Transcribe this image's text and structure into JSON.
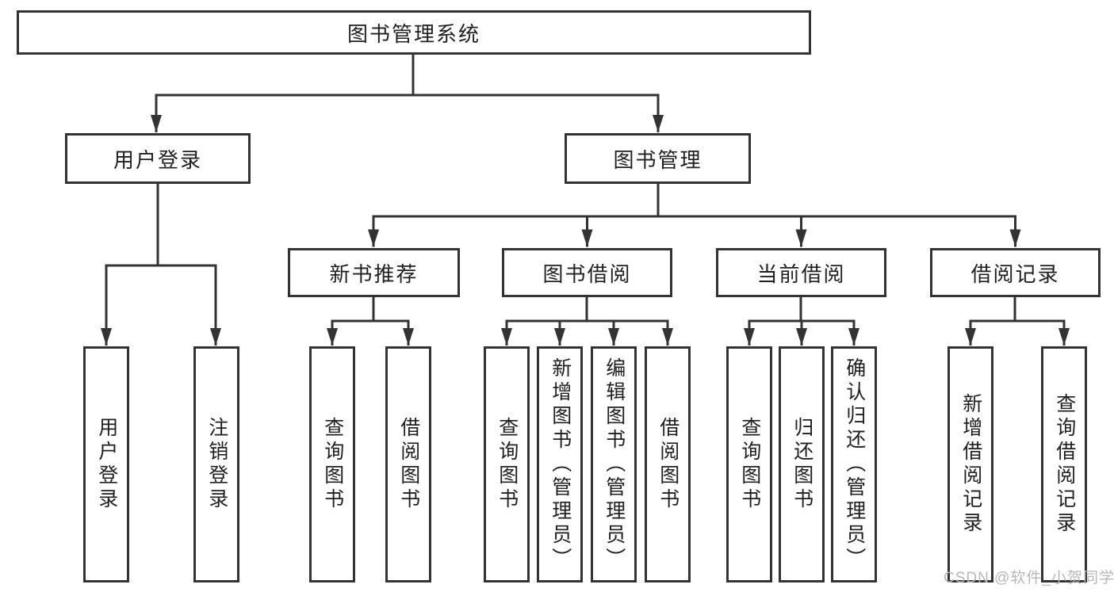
{
  "colors": {
    "background": "#ffffff",
    "line": "#333333",
    "text": "#1f1f1f",
    "watermark": "#b8b8b8"
  },
  "diagram": {
    "root": {
      "label": "图书管理系统"
    },
    "level2": [
      {
        "id": "user-login",
        "label": "用户登录"
      },
      {
        "id": "book-management",
        "label": "图书管理"
      }
    ],
    "level3": [
      {
        "id": "new-book-recommend",
        "label": "新书推荐"
      },
      {
        "id": "book-borrow",
        "label": "图书借阅"
      },
      {
        "id": "current-borrow",
        "label": "当前借阅"
      },
      {
        "id": "borrow-records",
        "label": "借阅记录"
      }
    ],
    "leaves": {
      "user_login": [
        "用户登录",
        "注销登录"
      ],
      "new_book_recommend": [
        "查询图书",
        "借阅图书"
      ],
      "book_borrow": [
        "查询图书",
        "新增图书（管理员）",
        "编辑图书（管理员）",
        "借阅图书"
      ],
      "current_borrow": [
        "查询图书",
        "归还图书",
        "确认归还（管理员）"
      ],
      "borrow_records": [
        "新增借阅记录",
        "查询借阅记录"
      ]
    }
  },
  "watermark": {
    "text": "CSDN @软件_小贺同学"
  }
}
